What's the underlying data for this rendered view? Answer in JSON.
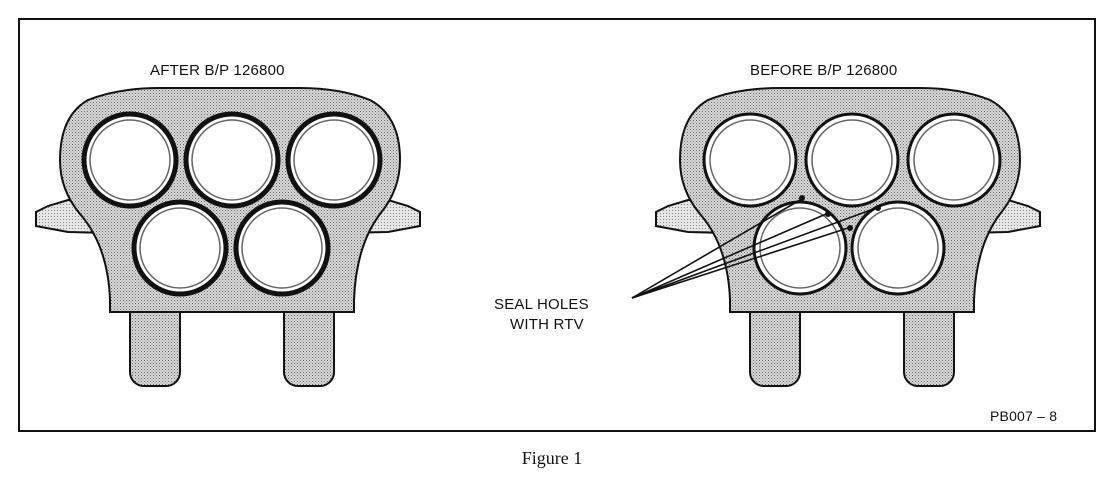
{
  "diagram": {
    "left_title": "AFTER B/P 126800",
    "right_title": "BEFORE B/P 126800",
    "callout_line1": "SEAL HOLES",
    "callout_line2": "WITH RTV",
    "figure_code": "PB007 – 8"
  },
  "caption": "Figure 1"
}
